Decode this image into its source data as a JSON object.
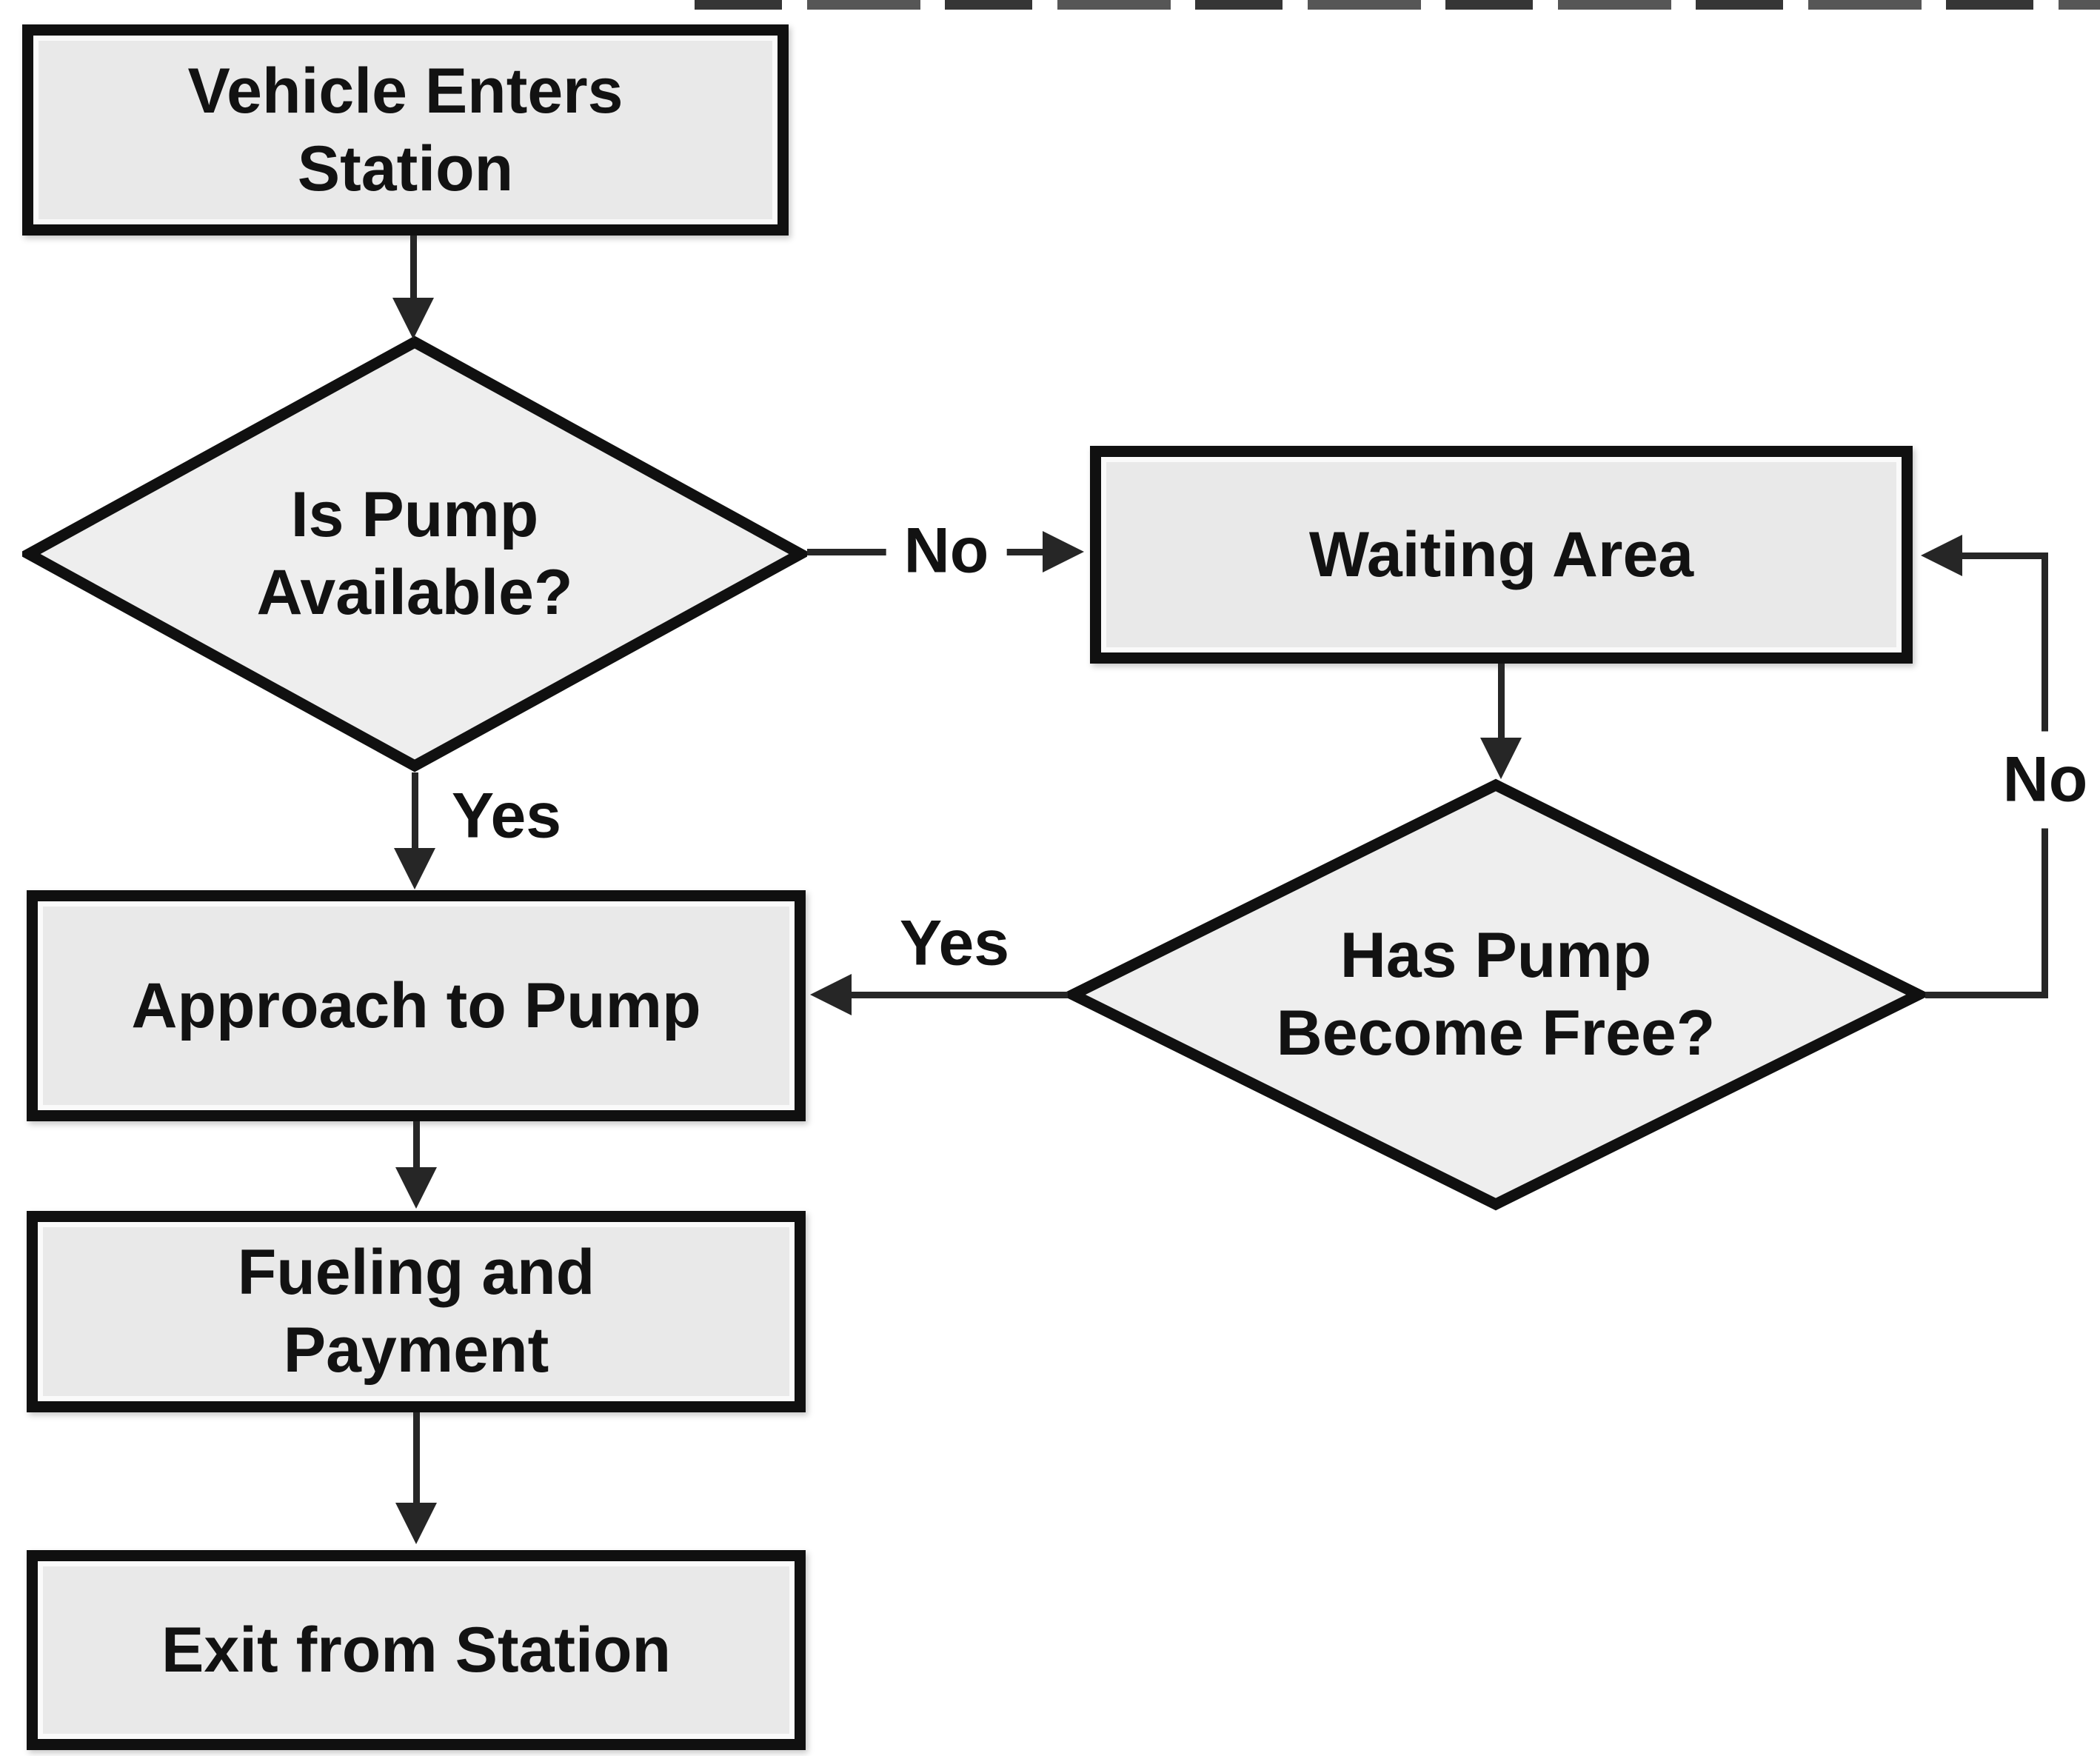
{
  "diagram": {
    "title_hint": "Gas station vehicle flowchart",
    "colors": {
      "background": "#ffffff",
      "node_fill": "#e9e9e9",
      "decision_fill": "#eeeeee",
      "node_border": "#101010",
      "line": "#262626",
      "text": "#121212"
    },
    "nodes": {
      "vehicle_enters": {
        "type": "process",
        "line1": "Vehicle Enters",
        "line2": "Station"
      },
      "is_pump_available": {
        "type": "decision",
        "line1": "Is Pump",
        "line2": "Available?"
      },
      "waiting_area": {
        "type": "process",
        "line1": "Waiting Area"
      },
      "has_pump_become_free": {
        "type": "decision",
        "line1": "Has Pump",
        "line2": "Become Free?"
      },
      "approach_to_pump": {
        "type": "process",
        "line1": "Approach to Pump"
      },
      "fueling_and_payment": {
        "type": "process",
        "line1": "Fueling and",
        "line2": "Payment"
      },
      "exit_from_station": {
        "type": "process",
        "line1": "Exit from Station"
      }
    },
    "edge_labels": {
      "yes_available": "Yes",
      "no_available": "No",
      "yes_free": "Yes",
      "no_free": "No"
    },
    "connections": [
      {
        "from": "vehicle_enters",
        "to": "is_pump_available",
        "label": ""
      },
      {
        "from": "is_pump_available",
        "to": "approach_to_pump",
        "label": "Yes"
      },
      {
        "from": "is_pump_available",
        "to": "waiting_area",
        "label": "No"
      },
      {
        "from": "waiting_area",
        "to": "has_pump_become_free",
        "label": ""
      },
      {
        "from": "has_pump_become_free",
        "to": "approach_to_pump",
        "label": "Yes"
      },
      {
        "from": "has_pump_become_free",
        "to": "waiting_area",
        "label": "No"
      },
      {
        "from": "approach_to_pump",
        "to": "fueling_and_payment",
        "label": ""
      },
      {
        "from": "fueling_and_payment",
        "to": "exit_from_station",
        "label": ""
      }
    ]
  }
}
